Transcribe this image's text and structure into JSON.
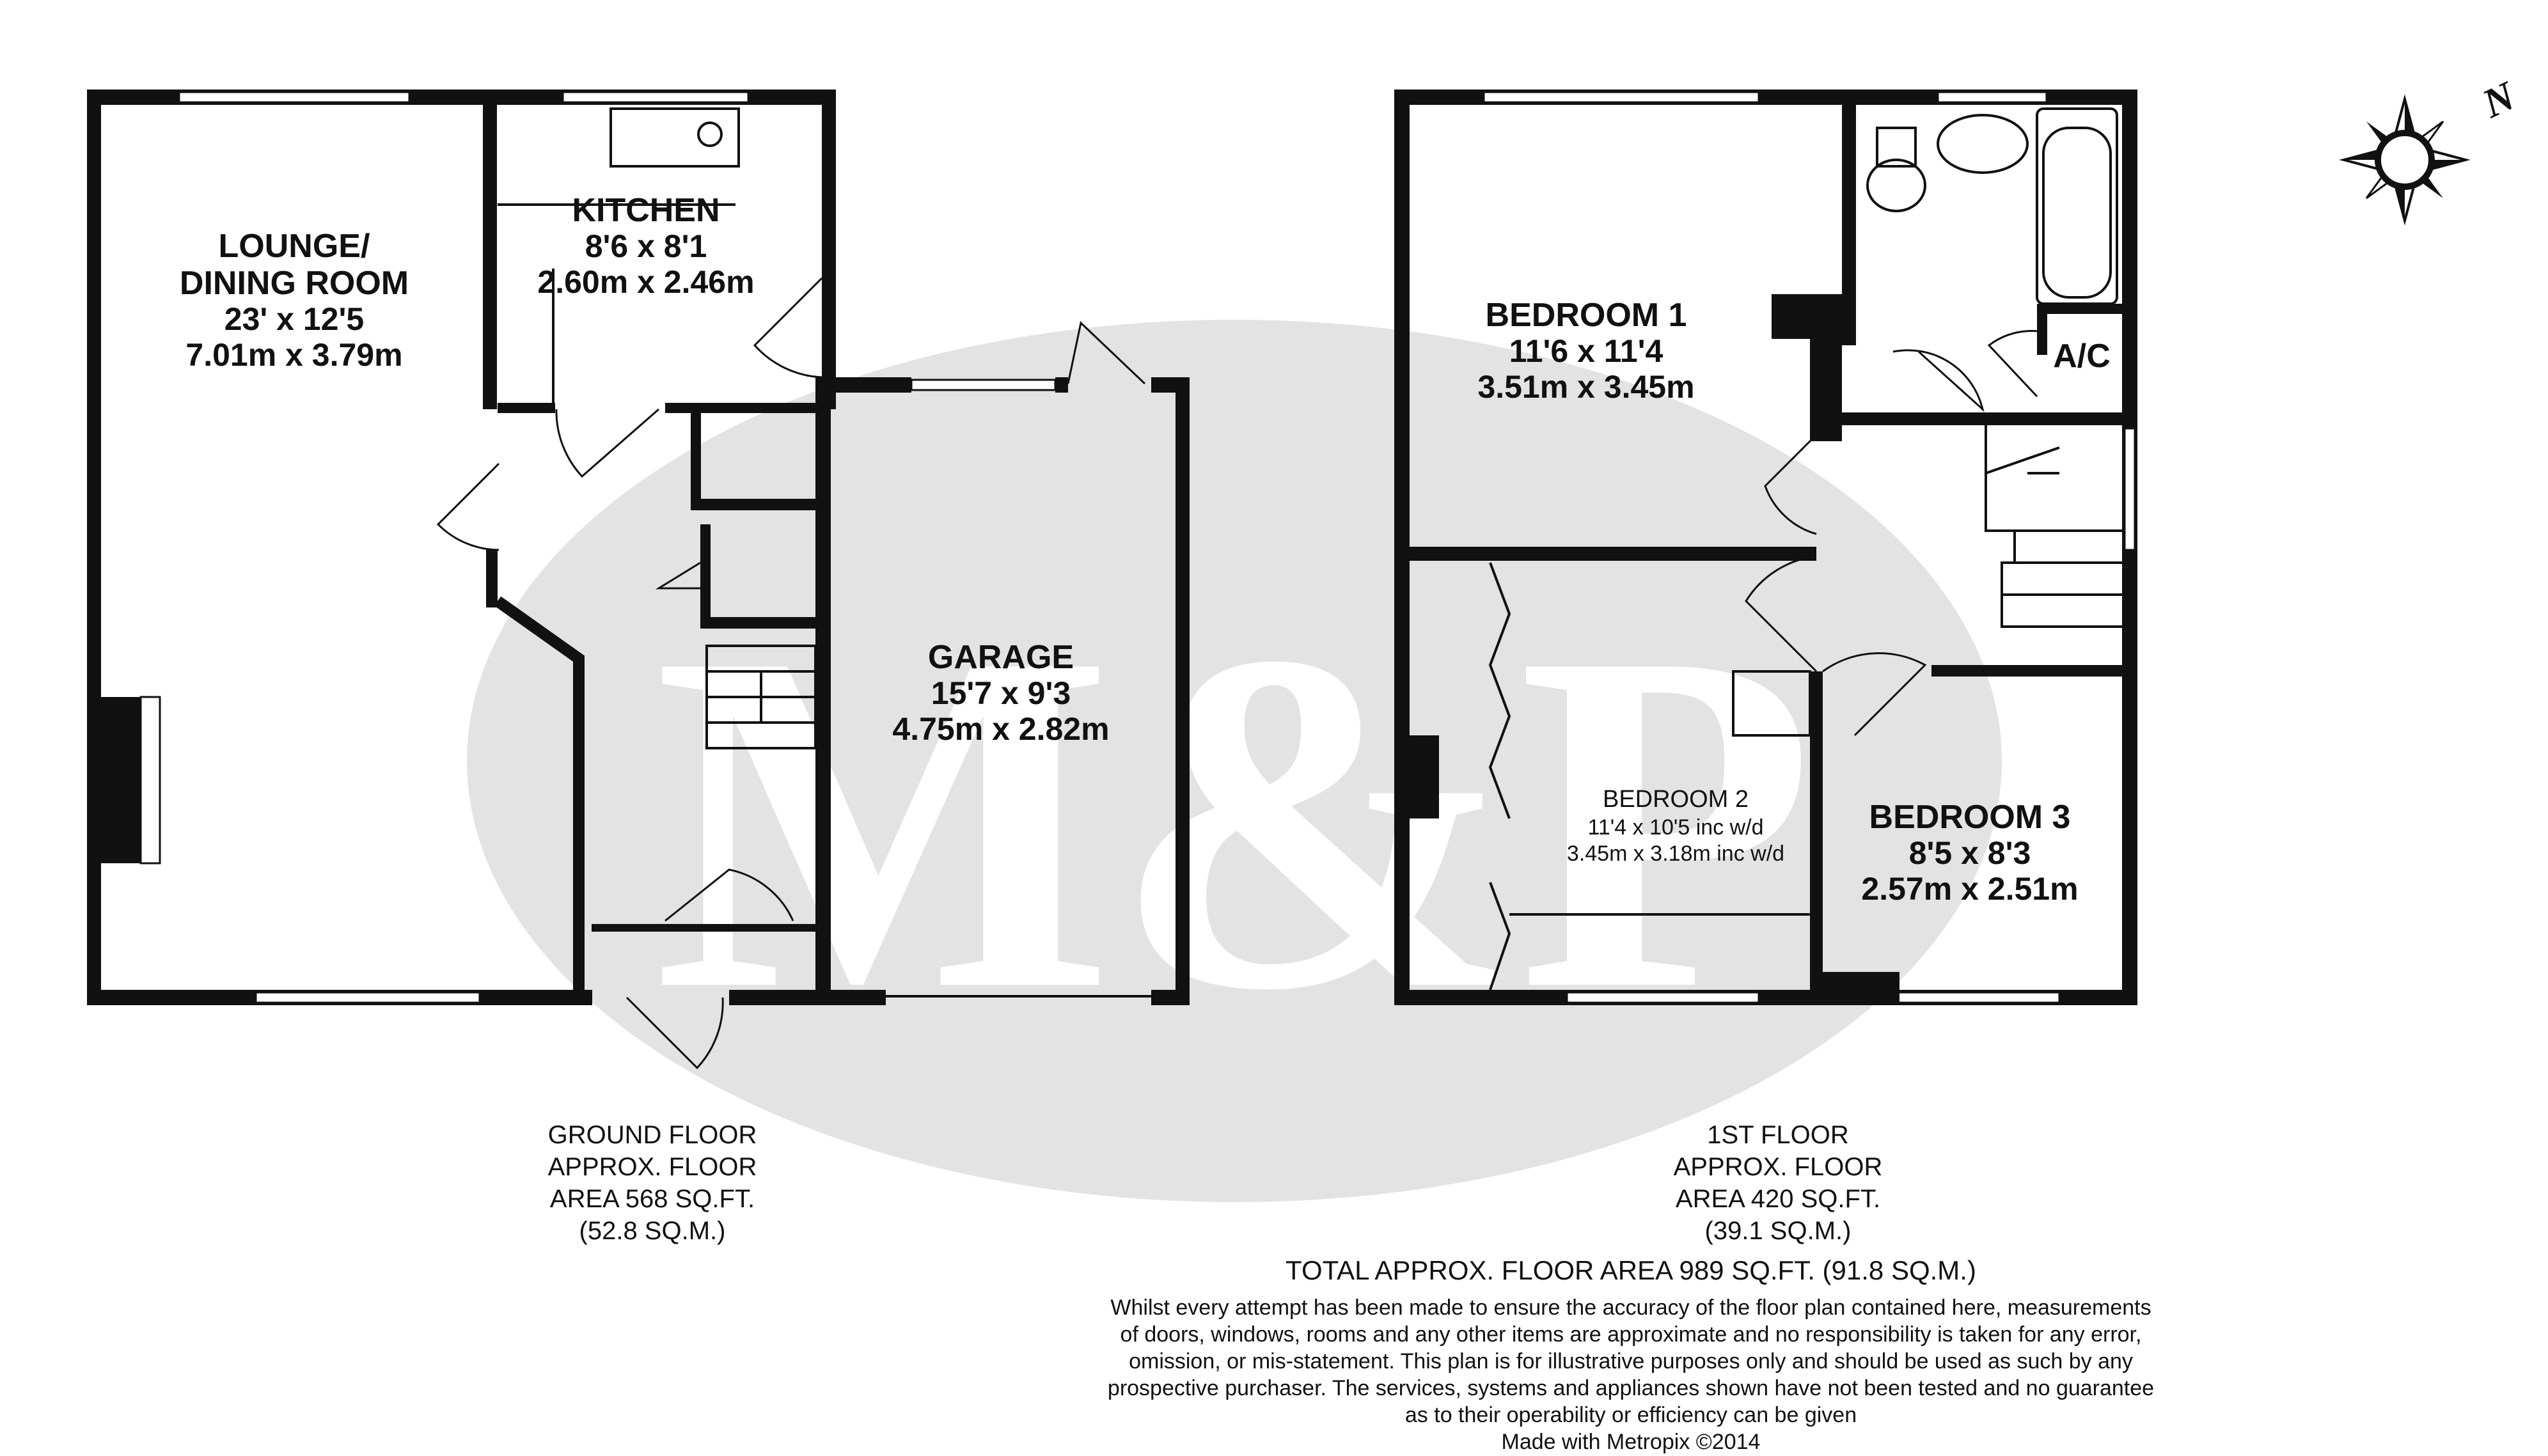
{
  "ground_floor": {
    "lounge": {
      "name_line1": "LOUNGE/",
      "name_line2": "DINING ROOM",
      "dim_imperial": "23' x 12'5",
      "dim_metric": "7.01m x 3.79m"
    },
    "kitchen": {
      "name": "KITCHEN",
      "dim_imperial": "8'6 x 8'1",
      "dim_metric": "2.60m x 2.46m"
    },
    "garage": {
      "name": "GARAGE",
      "dim_imperial": "15'7 x 9'3",
      "dim_metric": "4.75m x 2.82m"
    },
    "caption": [
      "GROUND FLOOR",
      "APPROX. FLOOR",
      "AREA 568 SQ.FT.",
      "(52.8 SQ.M.)"
    ]
  },
  "first_floor": {
    "bedroom1": {
      "name": "BEDROOM 1",
      "dim_imperial": "11'6 x 11'4",
      "dim_metric": "3.51m x 3.45m"
    },
    "bedroom2": {
      "name": "BEDROOM 2",
      "dim_imperial": "11'4 x 10'5 inc w/d",
      "dim_metric": "3.45m x 3.18m inc w/d"
    },
    "bedroom3": {
      "name": "BEDROOM 3",
      "dim_imperial": "8'5 x 8'3",
      "dim_metric": "2.57m x 2.51m"
    },
    "ac_label": "A/C",
    "caption": [
      "1ST FLOOR",
      "APPROX. FLOOR",
      "AREA 420 SQ.FT.",
      "(39.1 SQ.M.)"
    ]
  },
  "total_area": "TOTAL APPROX. FLOOR AREA 989 SQ.FT. (91.8 SQ.M.)",
  "disclaimer": [
    "Whilst every attempt has been made to ensure the accuracy of the floor plan contained here, measurements",
    "of doors, windows, rooms and any other items are approximate and no responsibility is taken for any error,",
    "omission, or mis-statement. This plan is for illustrative purposes only and should be used as such by any",
    "prospective purchaser. The services, systems and appliances shown have not been tested and no guarantee",
    "as to their operability or efficiency can be given",
    "Made with Metropix ©2014"
  ],
  "compass_label": "N",
  "watermark_text": "M&P",
  "colors": {
    "wall": "#111111",
    "watermark_fill": "#e3e3e3",
    "watermark_letters": "#ffffff"
  }
}
